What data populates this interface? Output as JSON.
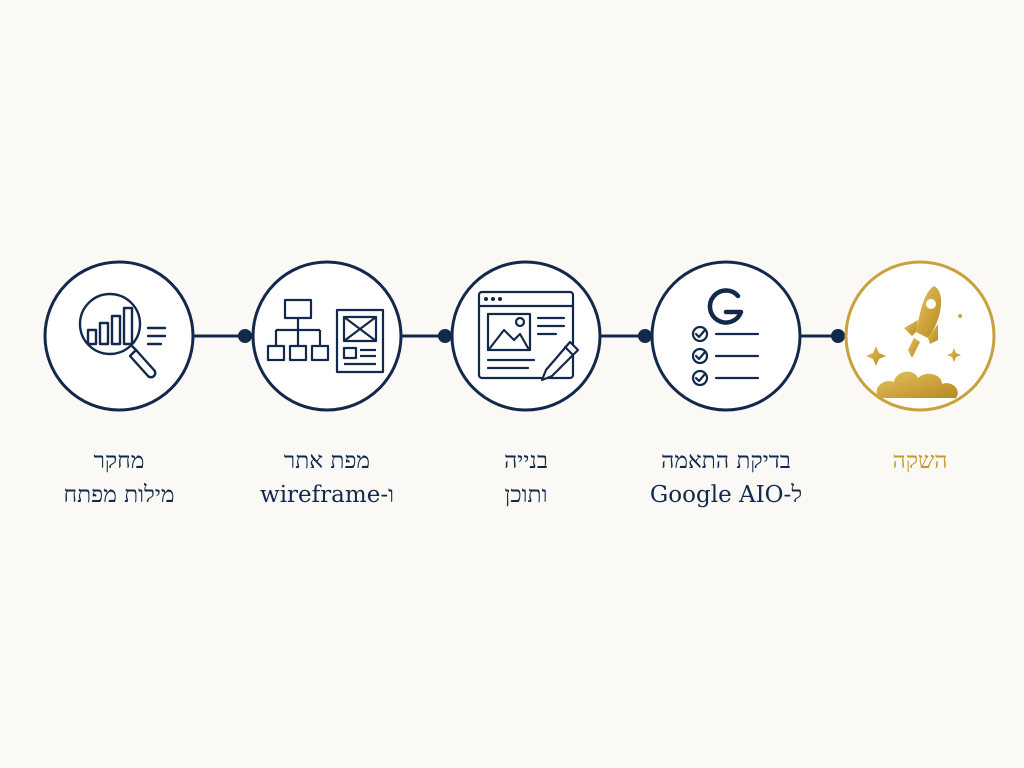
{
  "colors": {
    "navy": "#13294b",
    "gold": "#c9a13a",
    "background": "#fbf9f6"
  },
  "steps": [
    {
      "icon": "keyword-research-icon",
      "line1": "מחקר",
      "line2": "מילות מפתח",
      "accent": "navy"
    },
    {
      "icon": "sitemap-wireframe-icon",
      "line1": "מפת אתר",
      "line2": "ו-wireframe",
      "accent": "navy"
    },
    {
      "icon": "build-content-icon",
      "line1": "בנייה",
      "line2": "ותוכן",
      "accent": "navy"
    },
    {
      "icon": "google-checklist-icon",
      "line1": "בדיקת התאמה",
      "line2": "ל-Google AIO",
      "accent": "navy"
    },
    {
      "icon": "rocket-launch-icon",
      "line1": "השקה",
      "line2": "",
      "accent": "gold"
    }
  ]
}
